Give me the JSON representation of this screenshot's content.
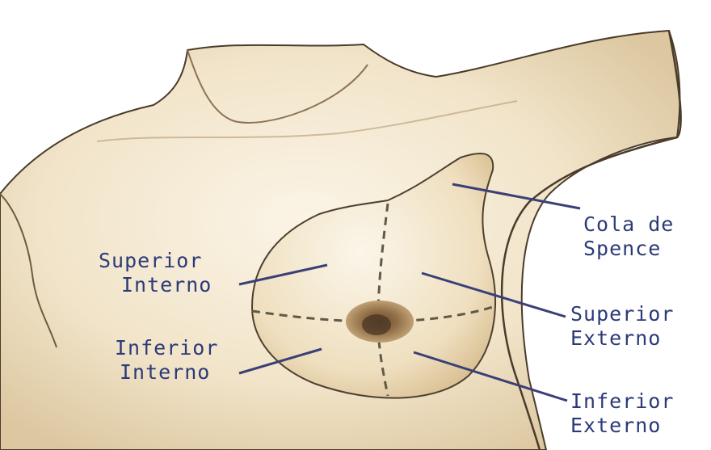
{
  "colors": {
    "label_text": "#2c3a78",
    "leader_line": "#3a3f78",
    "skin": "#f1e4c9",
    "skin_shadow": "#d7bf95",
    "outline": "#5a4a35",
    "areola": "#b99563",
    "nipple": "#5e4731",
    "dashed_guides": "#5f5a46"
  },
  "labels": {
    "cola_de_spence": {
      "line1": "Cola de",
      "line2": "Spence"
    },
    "superior_interno": {
      "line1": "Superior",
      "line2": "Interno"
    },
    "superior_externo": {
      "line1": "Superior",
      "line2": "Externo"
    },
    "inferior_interno": {
      "line1": "Inferior",
      "line2": "Interno"
    },
    "inferior_externo": {
      "line1": "Inferior",
      "line2": "Externo"
    }
  }
}
